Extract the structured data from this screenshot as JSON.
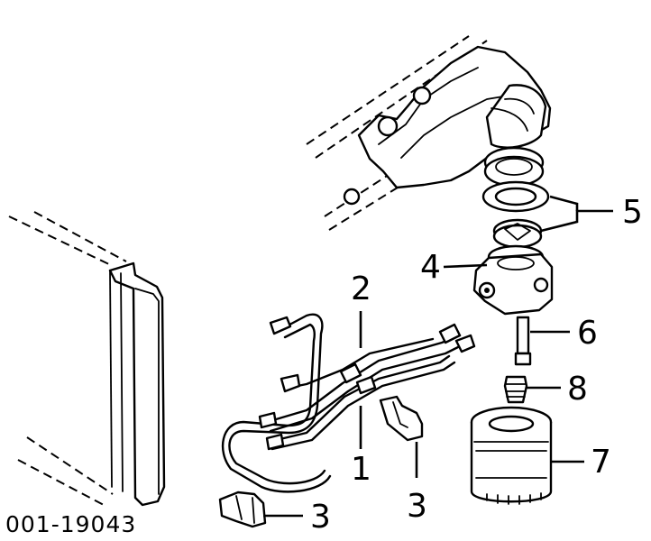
{
  "figure_id": "001-19043",
  "callouts": {
    "c1": "1",
    "c2": "2",
    "c3a": "3",
    "c3b": "3",
    "c4": "4",
    "c5": "5",
    "c6": "6",
    "c7": "7",
    "c8": "8"
  }
}
